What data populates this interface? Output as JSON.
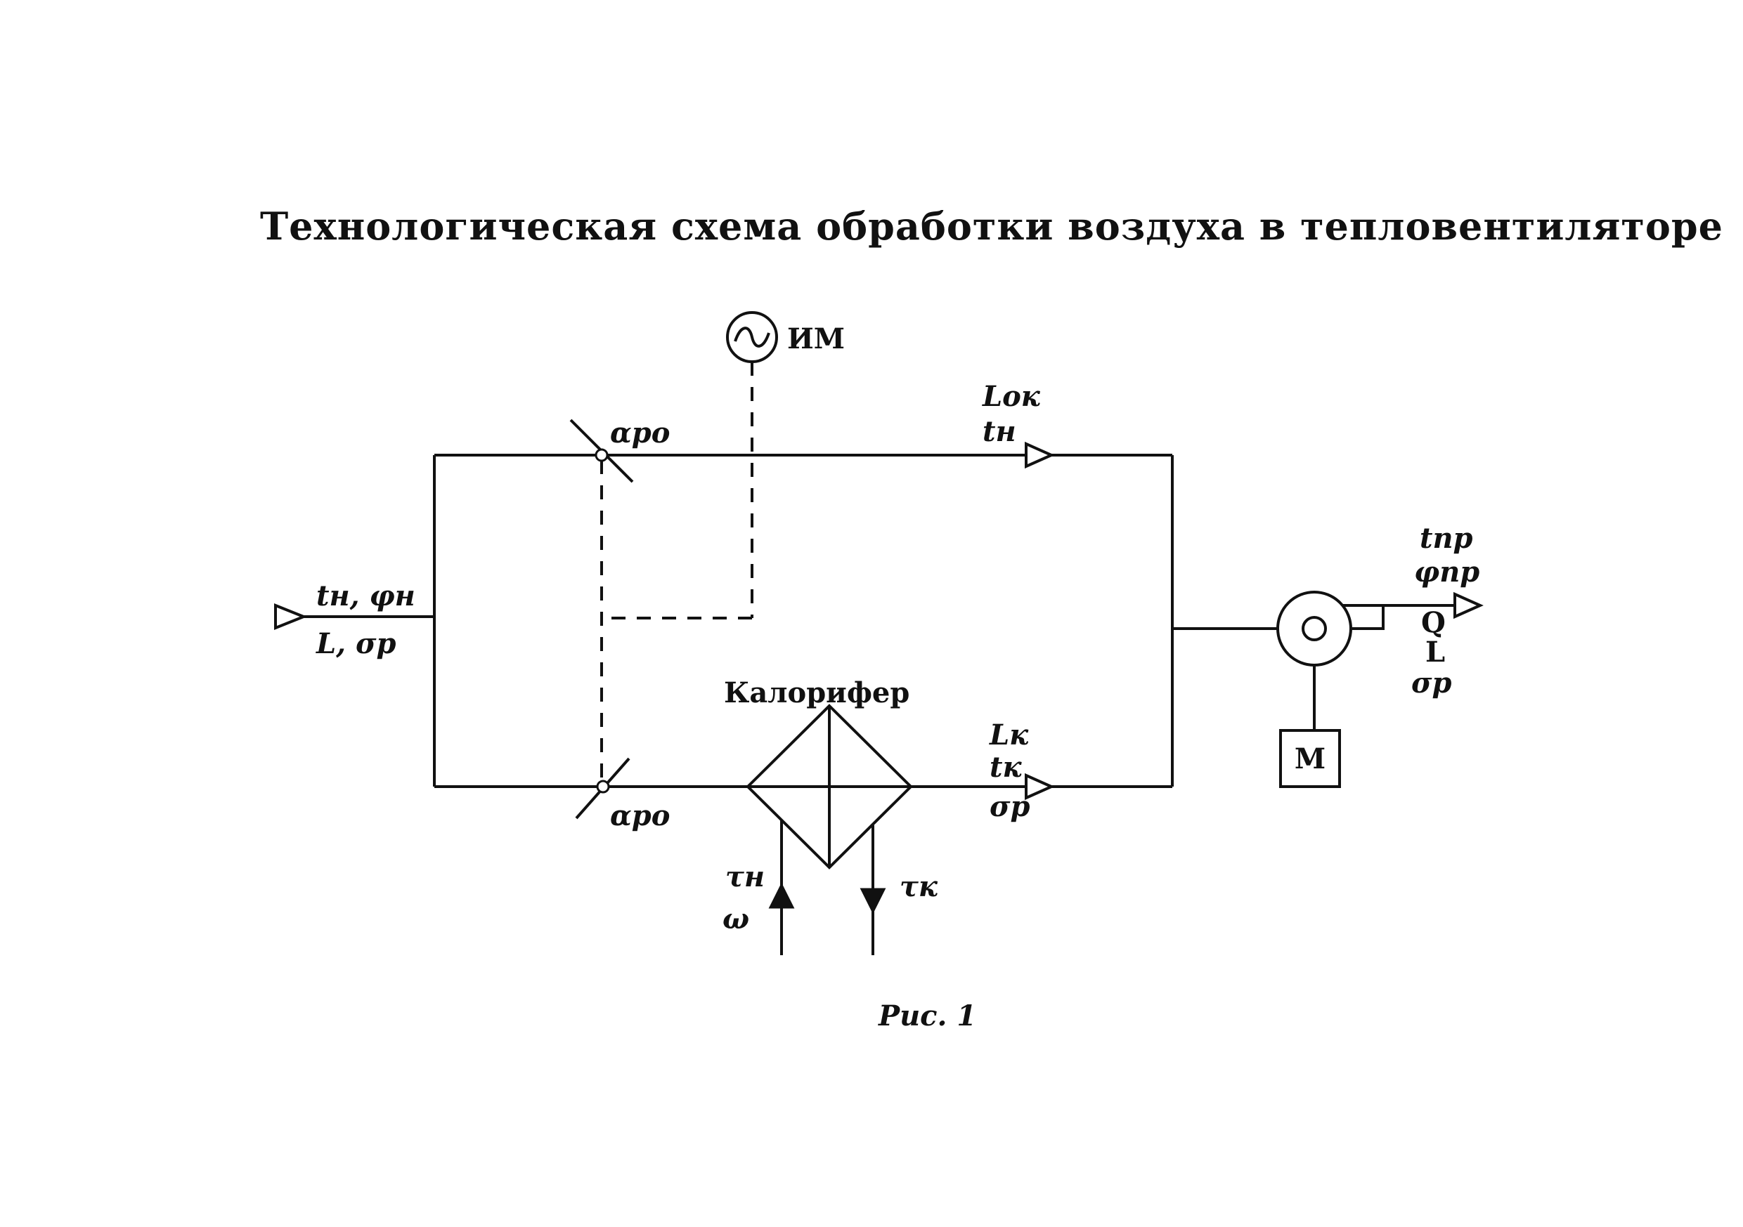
{
  "title": "Технологическая схема обработки воздуха в тепловентиляторе",
  "caption": "Рис. 1",
  "actuator": {
    "label": "ИМ"
  },
  "heater": {
    "label": "Калорифер"
  },
  "motor": {
    "label": "М"
  },
  "inlet": {
    "params_top": "tн, φн",
    "params_bottom": "L, σр"
  },
  "damper_top": {
    "label": "αро"
  },
  "damper_bottom": {
    "label": "αро"
  },
  "bypass_branch": {
    "line1": "Lок",
    "line2": "tн"
  },
  "heater_branch": {
    "line1": "Lк",
    "line2": "tк",
    "line3": "σр"
  },
  "heat_supply": {
    "line1": "τн",
    "line2": "ω"
  },
  "heat_return": {
    "line1": "τк"
  },
  "outlet": {
    "line1": "tпр",
    "line2": "φпр",
    "line3": "Q",
    "line4": "L",
    "line5": "σр"
  }
}
